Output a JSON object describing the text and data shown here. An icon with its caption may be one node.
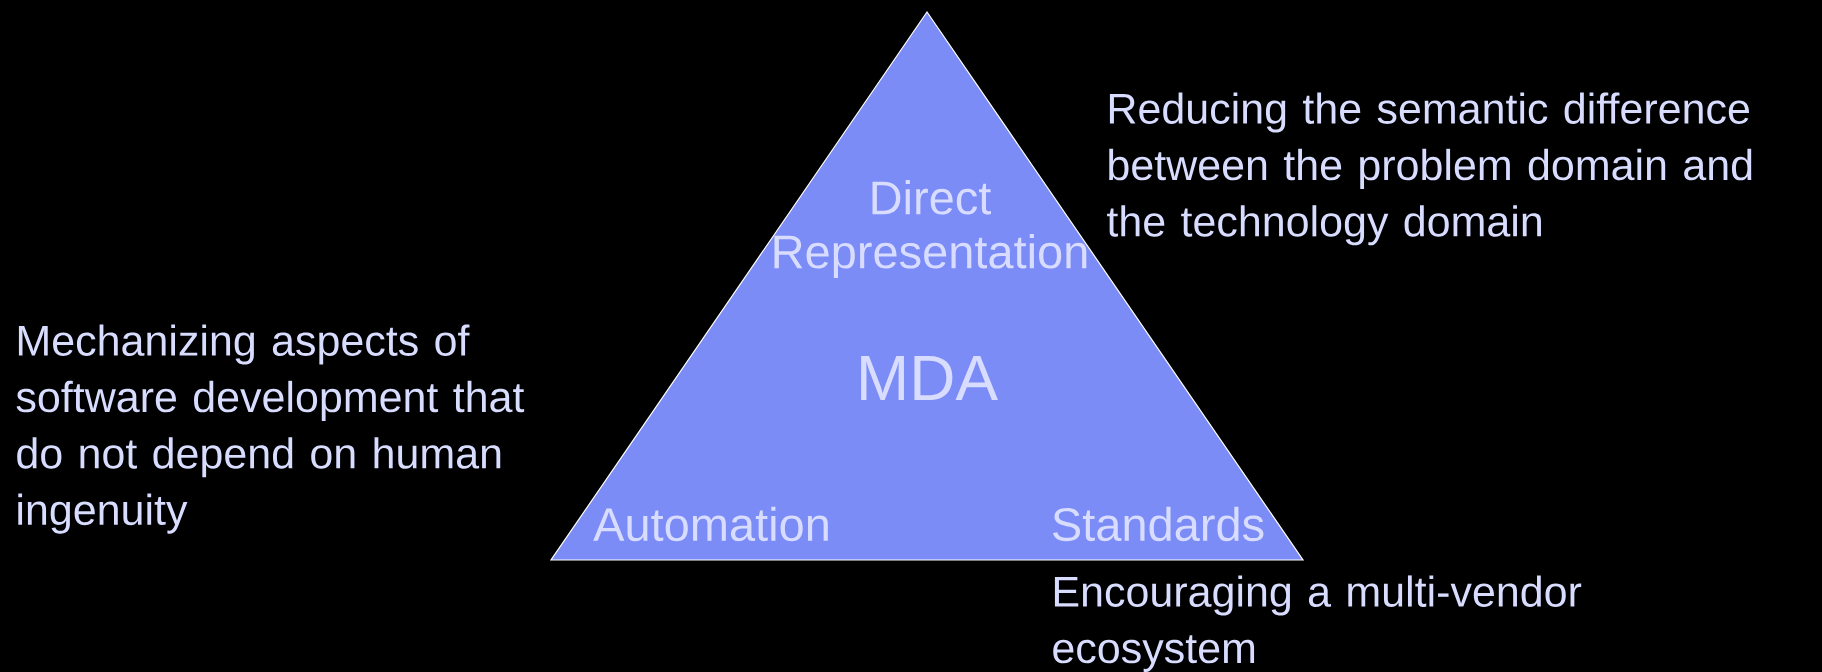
{
  "diagram": {
    "nodes": [
      {
        "text": [
          "Direct Representation",
          "MDA",
          "Automation",
          "Standards"
        ]
      }
    ],
    "edges": [],
    "labels": [
      "Reducing the semantic difference between the problem domain and the technology domain",
      "Mechanizing aspects of software development that do not depend on human ingenuity",
      "Encouraging a multi-vendor ecosystem"
    ]
  }
}
